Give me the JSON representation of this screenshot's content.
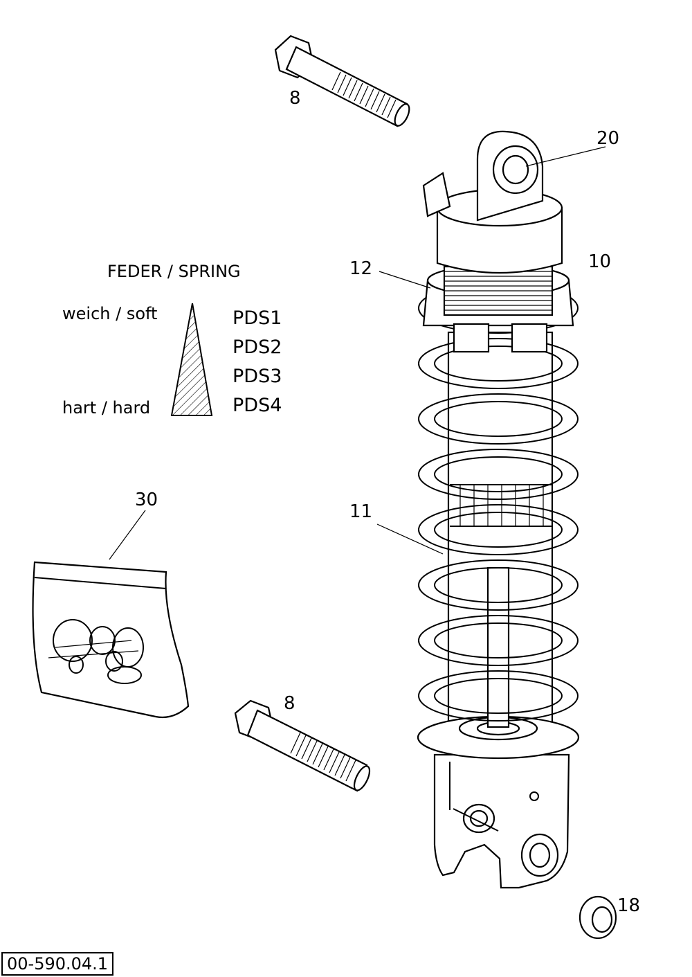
{
  "legend": {
    "title": "FEDER / SPRING",
    "soft_label": "weich / soft",
    "hard_label": "hart / hard",
    "springs": [
      "PDS1",
      "PDS2",
      "PDS3",
      "PDS4"
    ]
  },
  "callouts": {
    "bolt_top": "8",
    "bolt_bottom": "8",
    "bushing": "20",
    "shock": "10",
    "preload_ring": "12",
    "spring": "11",
    "kit": "30",
    "cap": "18"
  },
  "document_number": "00-590.04.1"
}
